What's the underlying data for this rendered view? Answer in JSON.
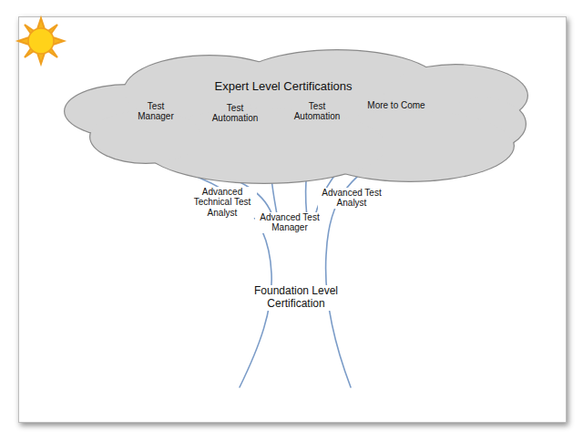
{
  "diagram": {
    "nodes": [
      {
        "text": [
          "Expert Level Certifications",
          "Test Manager",
          "Test Automation",
          "Test Automation",
          "More to Come"
        ]
      }
    ],
    "labels": [
      "Advanced Technical Test Analyst",
      "Advanced Test Manager",
      "Advanced Test Analyst",
      "Foundation Level Certification"
    ]
  }
}
